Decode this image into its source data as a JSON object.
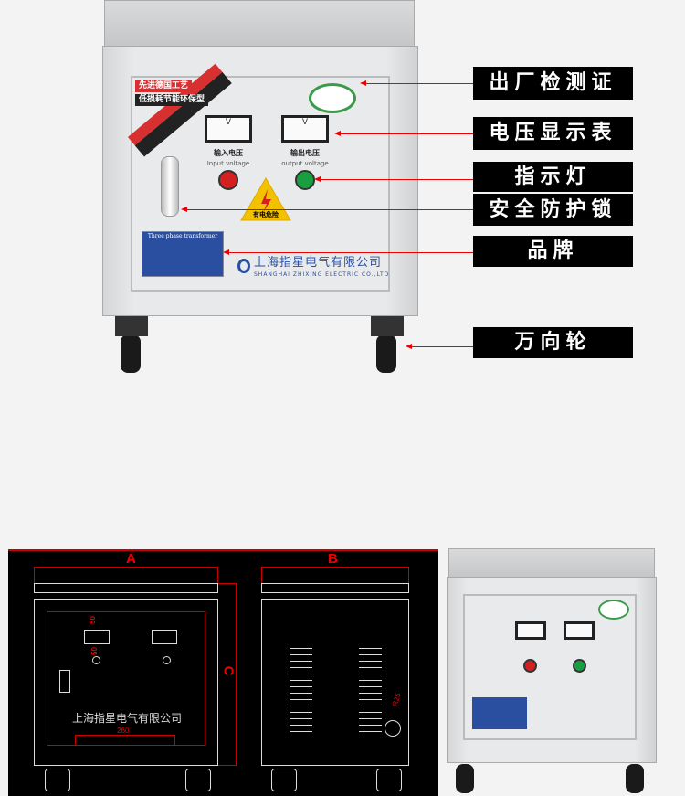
{
  "callouts": [
    "出厂检测证",
    "电压显示表",
    "指示灯",
    "安全防护锁",
    "品牌",
    "万向轮"
  ],
  "panel": {
    "banner_top": "先进德国工艺",
    "banner_bottom": "低损耗节能环保型",
    "input_cn": "输入电压",
    "input_en": "Input voltage",
    "output_cn": "输出电压",
    "output_en": "output voltage",
    "meter_unit": "V",
    "warning": "有电危险",
    "nameplate_title": "Three phase transformer",
    "company_cn": "上海指星电气有限公司",
    "company_en": "SHANGHAI ZHIXING ELECTRIC CO.,LTD"
  },
  "drawing": {
    "label_a": "A",
    "label_b": "B",
    "label_c": "C",
    "dim_50a": "50",
    "dim_50b": "50",
    "dim_260": "260",
    "dim_r25": "R25",
    "company_cn": "上海指星电气有限公司"
  },
  "colors": {
    "accent_red": "#e00000",
    "indicator_red": "#d42020",
    "indicator_green": "#18a040",
    "nameplate_blue": "#2a4fa0"
  }
}
